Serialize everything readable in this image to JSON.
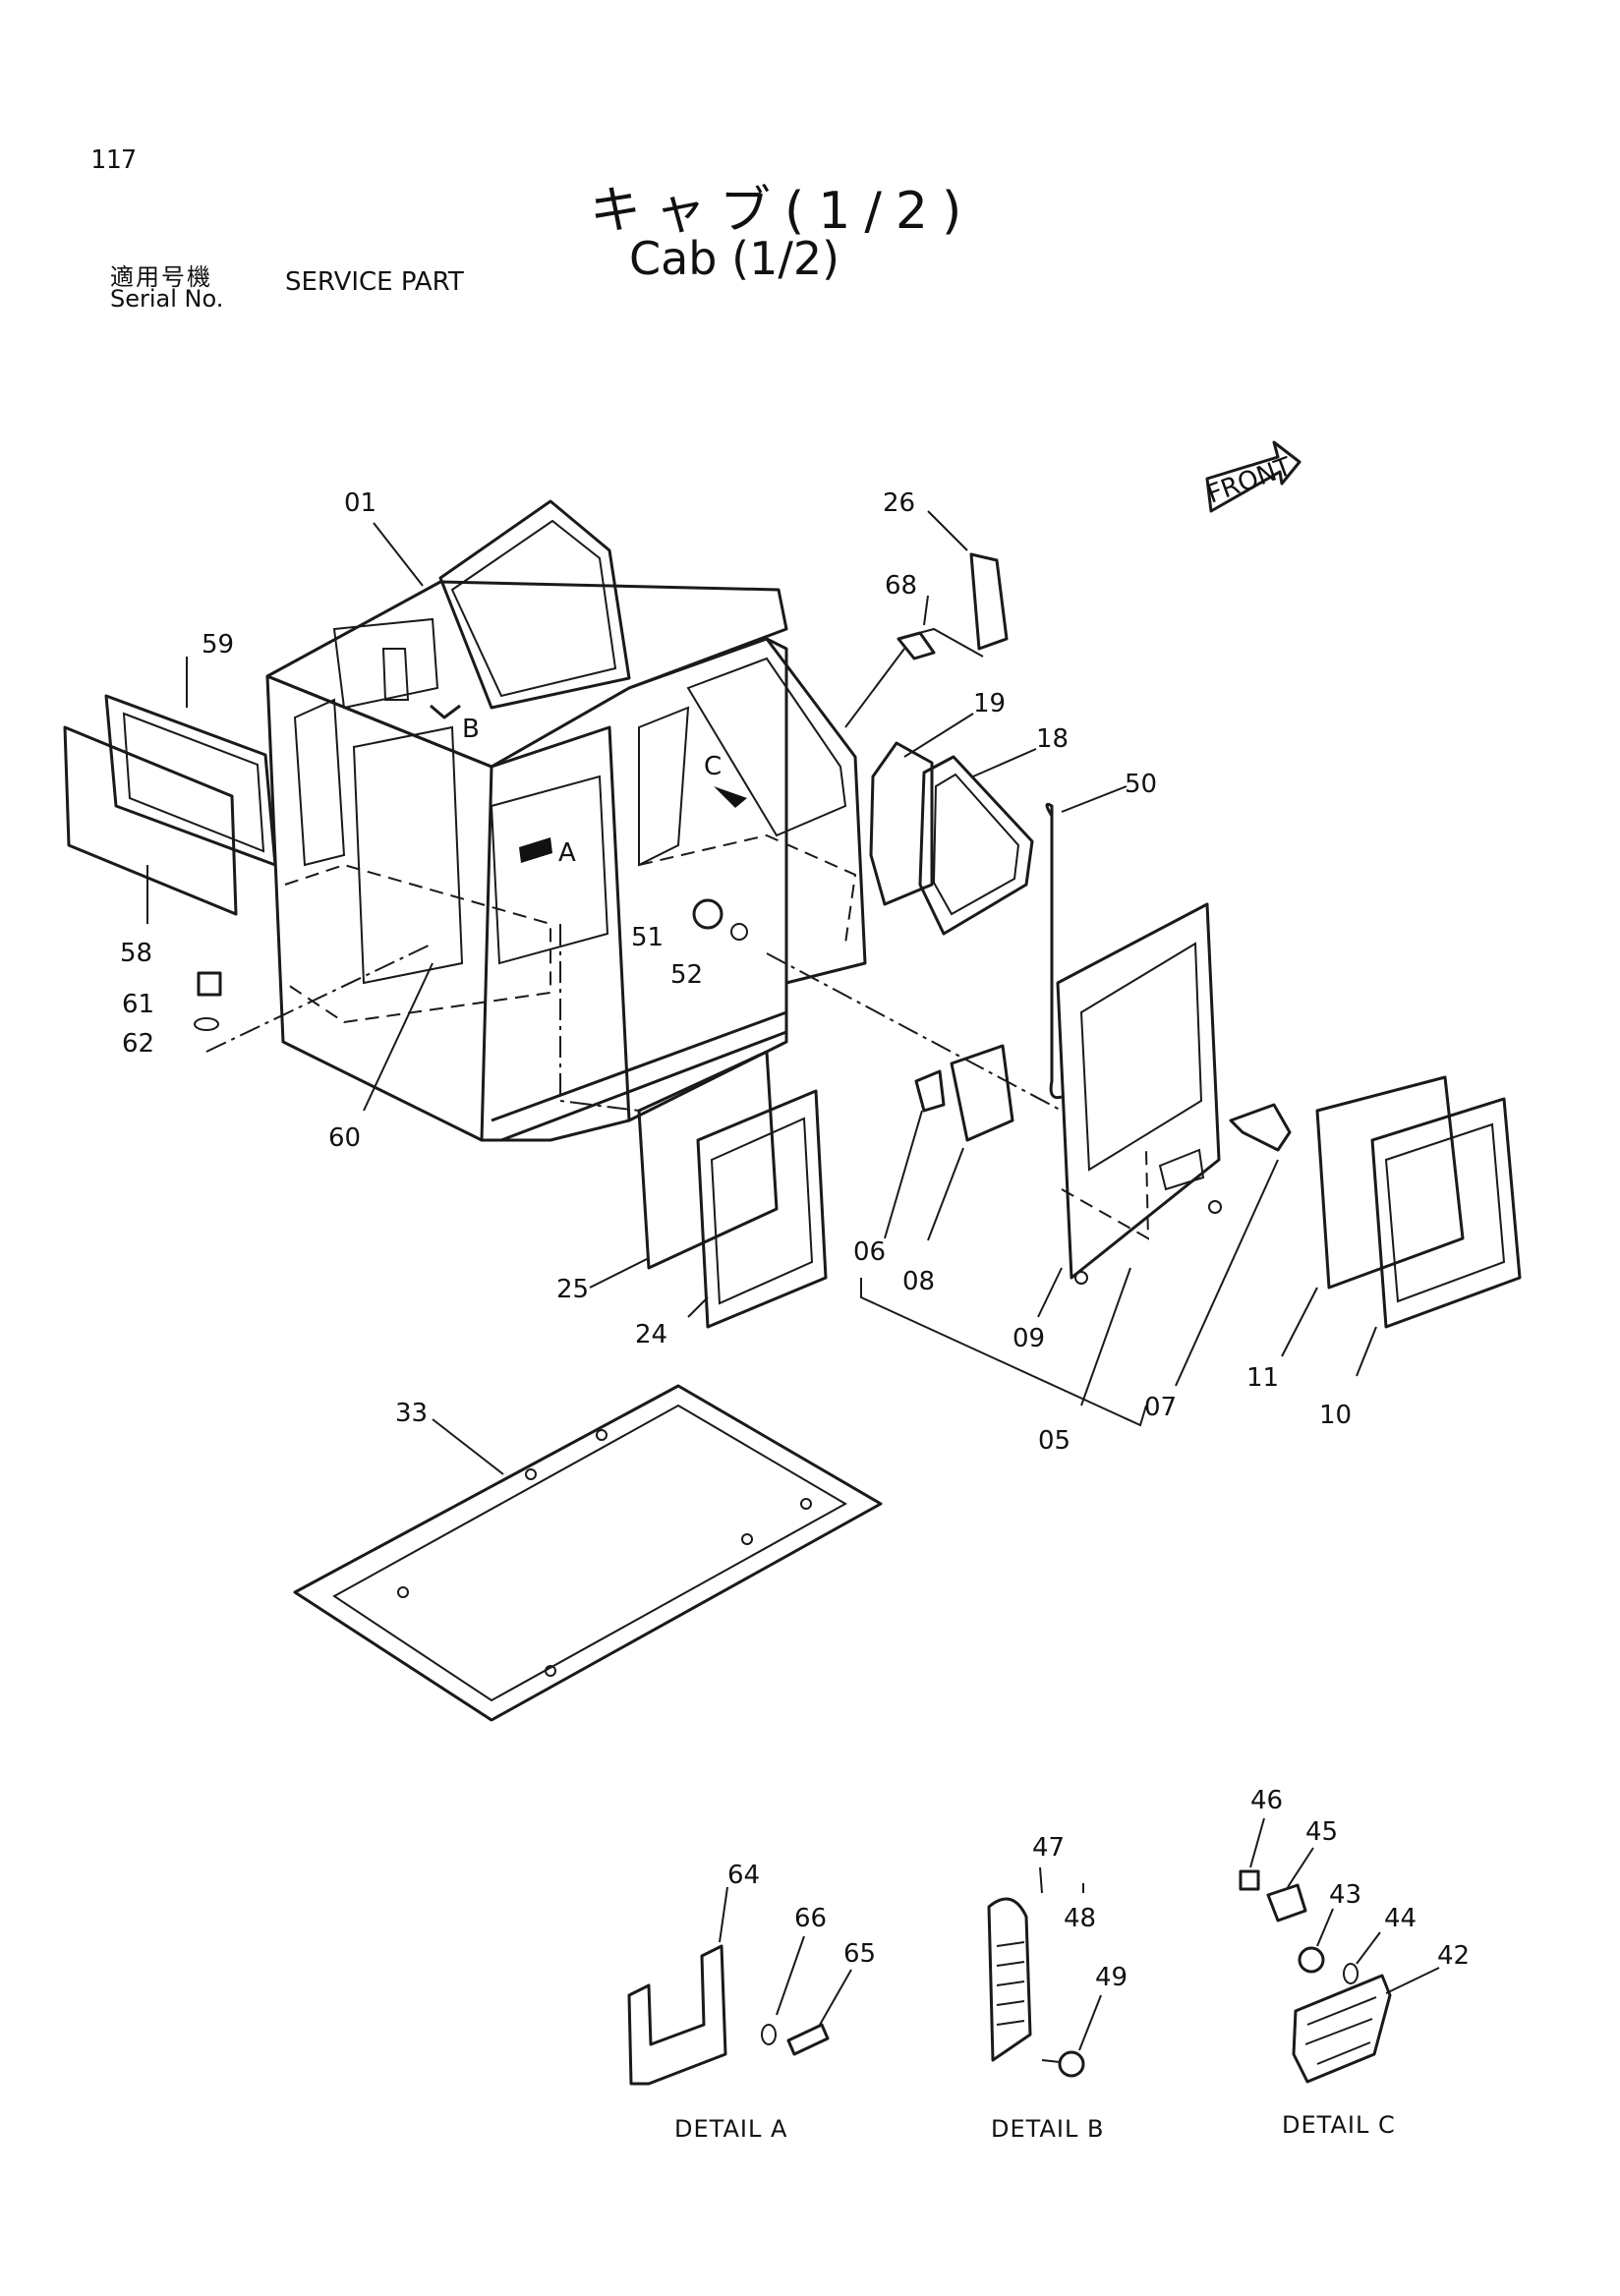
{
  "header": {
    "page_number": "117",
    "title_jp": "キャブ(1/2)",
    "title_en": "Cab (1/2)",
    "serial_jp": "適用号機",
    "serial_en": "Serial No.",
    "service_part": "SERVICE PART"
  },
  "front_marker": "FRONT",
  "view_markers": {
    "a": "A",
    "b": "B",
    "c": "C"
  },
  "part_labels": {
    "p01": "01",
    "p05": "05",
    "p06": "06",
    "p07": "07",
    "p08": "08",
    "p09": "09",
    "p10": "10",
    "p11": "11",
    "p18": "18",
    "p19": "19",
    "p24": "24",
    "p25": "25",
    "p26": "26",
    "p33": "33",
    "p42": "42",
    "p43": "43",
    "p44": "44",
    "p45": "45",
    "p46": "46",
    "p47": "47",
    "p48": "48",
    "p49": "49",
    "p50": "50",
    "p51": "51",
    "p52": "52",
    "p58": "58",
    "p59": "59",
    "p60": "60",
    "p61": "61",
    "p62": "62",
    "p64": "64",
    "p65": "65",
    "p66": "66",
    "p68": "68"
  },
  "details": {
    "a": "DETAIL A",
    "b": "DETAIL B",
    "c": "DETAIL C"
  }
}
